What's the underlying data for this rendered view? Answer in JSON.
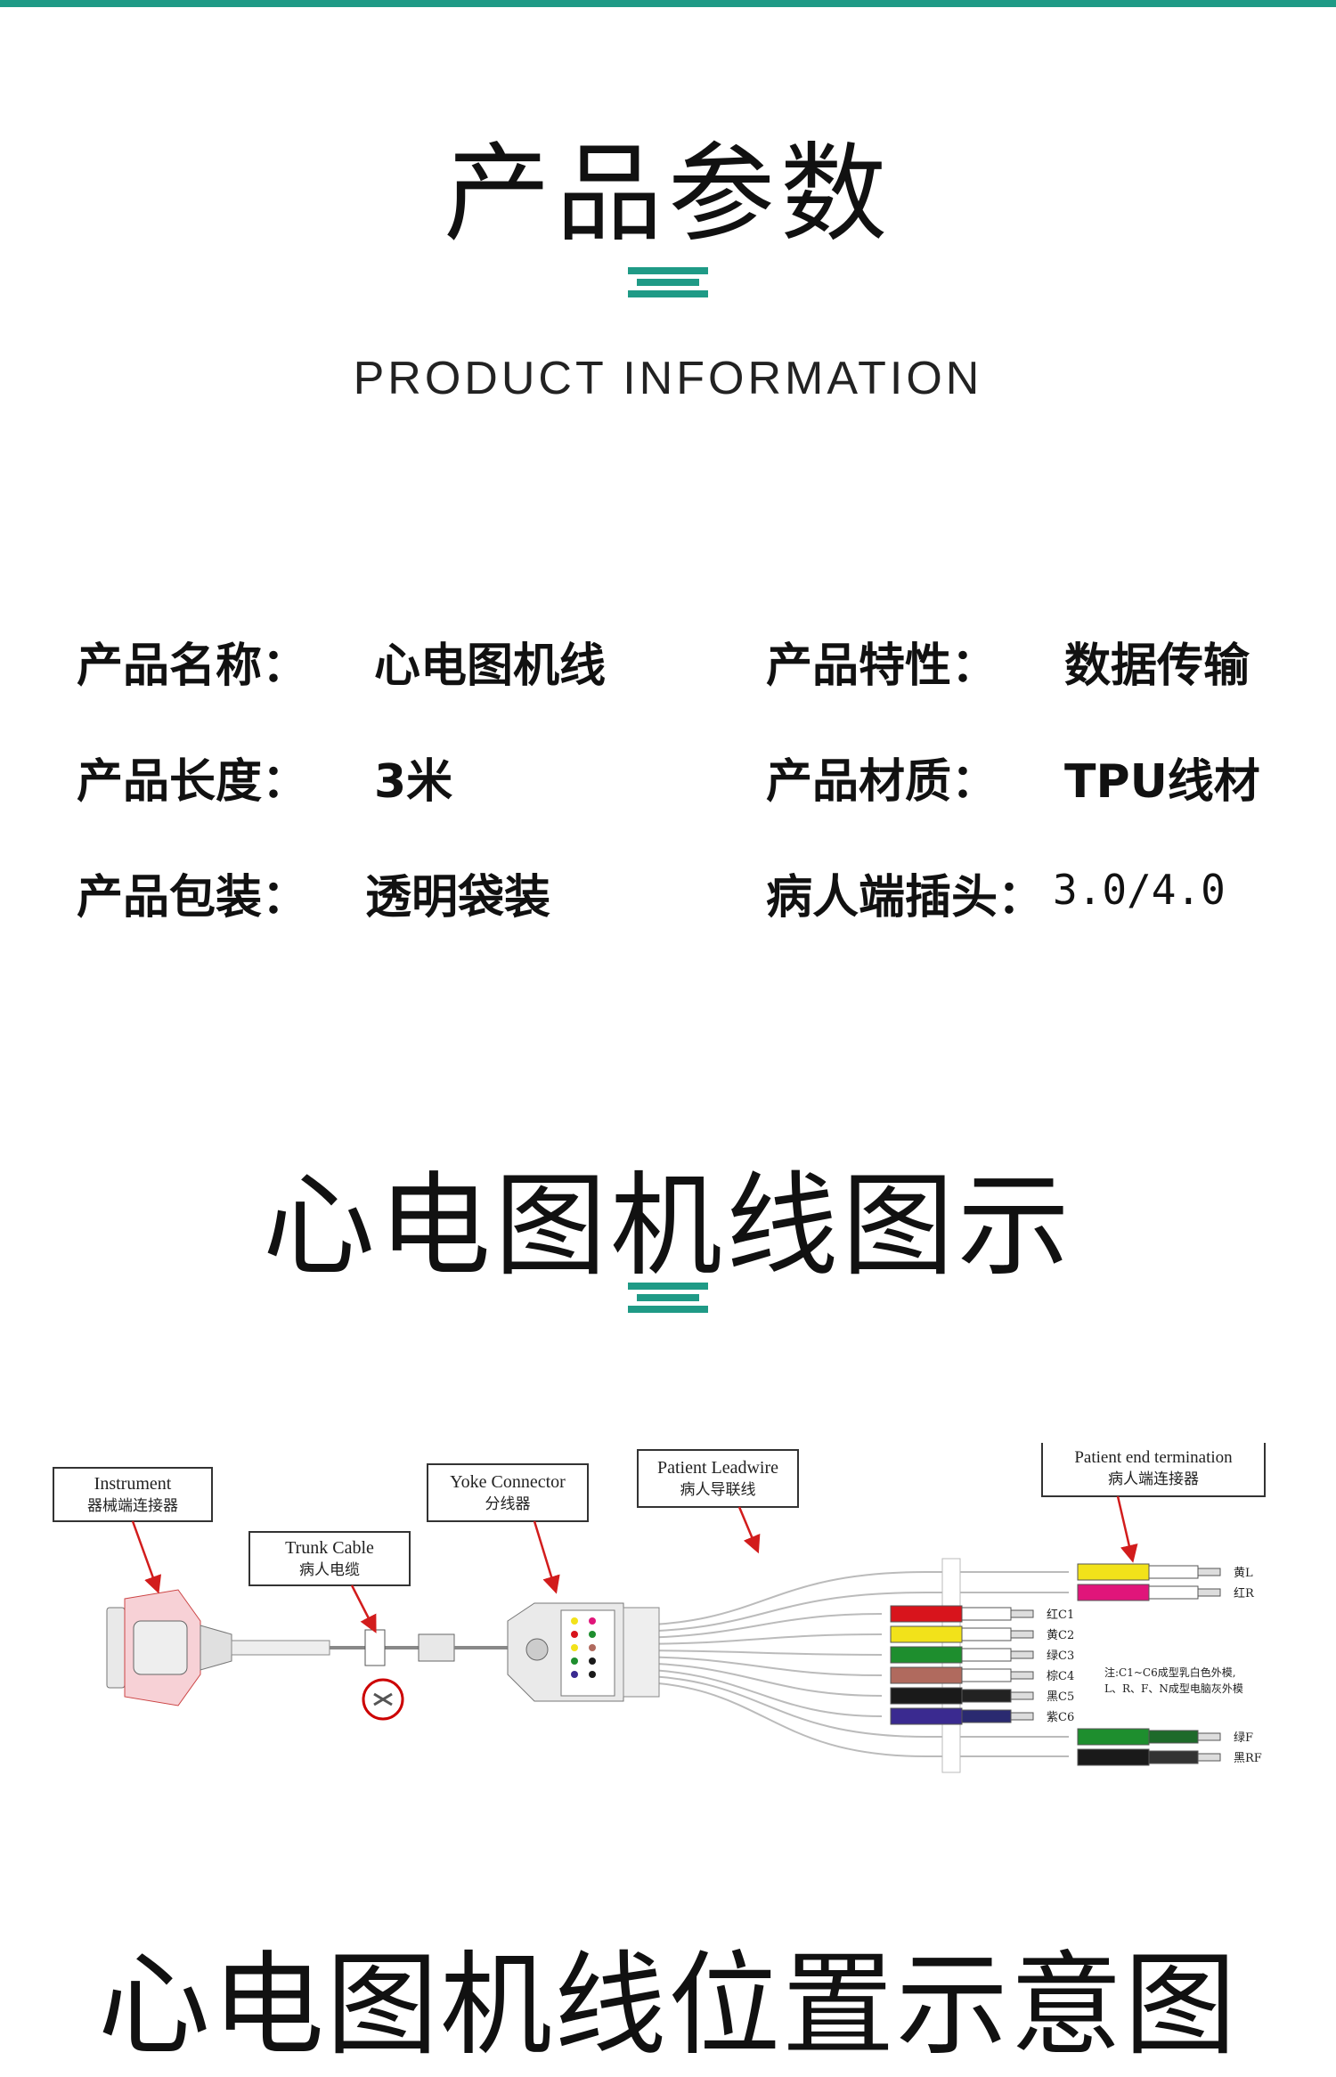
{
  "header": {
    "title_cn": "产品参数",
    "title_en": "PRODUCT INFORMATION"
  },
  "specs": [
    {
      "label": "产品名称：",
      "value": "心电图机线"
    },
    {
      "label": "产品特性：",
      "value": "数据传输"
    },
    {
      "label": "产品长度：",
      "value": "3米"
    },
    {
      "label": "产品材质：",
      "value": "TPU线材"
    },
    {
      "label": "产品包装：",
      "value": "透明袋装"
    },
    {
      "label": "病人端插头：",
      "value": "3.0/4.0"
    }
  ],
  "section2": {
    "title": "心电图机线图示"
  },
  "diagram": {
    "instrument_en": "Instrument",
    "instrument_cn": "器械端连接器",
    "trunk_en": "Trunk Cable",
    "trunk_cn": "病人电缆",
    "yoke_en": "Yoke Connector",
    "yoke_cn": "分线器",
    "leadwire_en": "Patient Leadwire",
    "leadwire_cn": "病人导联线",
    "termination_en": "Patient end termination",
    "termination_cn": "病人端连接器",
    "leads": [
      {
        "tag": "L",
        "label": "黄L",
        "color": "#f2e21a"
      },
      {
        "tag": "R",
        "label": "红R",
        "color": "#e0157a"
      },
      {
        "tag": "C1",
        "label": "红C1",
        "color": "#d8141c"
      },
      {
        "tag": "C2",
        "label": "黄C2",
        "color": "#f2e21a"
      },
      {
        "tag": "C3",
        "label": "绿C3",
        "color": "#1e8e2e"
      },
      {
        "tag": "C4",
        "label": "棕C4",
        "color": "#b06a5e"
      },
      {
        "tag": "C5",
        "label": "黑C5",
        "color": "#1a1a1a"
      },
      {
        "tag": "C6",
        "label": "紫C6",
        "color": "#3a2a90"
      },
      {
        "tag": "F",
        "label": "绿F",
        "color": "#1e8e2e"
      },
      {
        "tag": "RF",
        "label": "黑RF",
        "color": "#1a1a1a"
      }
    ],
    "note_line1": "注:C1~C6成型乳白色外模,",
    "note_line2": "L、R、F、N成型电脑灰外模"
  },
  "section3": {
    "title": "心电图机线位置示意图"
  },
  "colors": {
    "accent": "#1f9a86"
  }
}
